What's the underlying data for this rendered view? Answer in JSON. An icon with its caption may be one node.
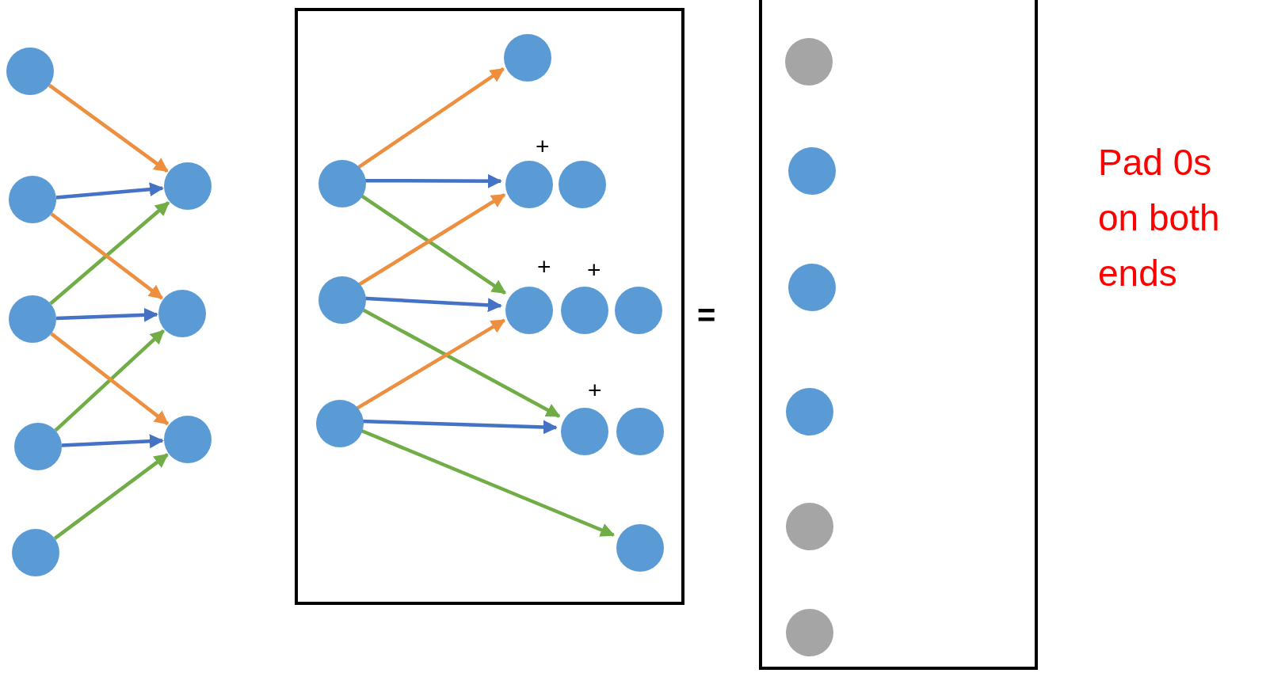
{
  "diagram": {
    "nodes": [
      {
        "text": [],
        "shape": "circle"
      },
      {
        "text": [],
        "shape": "circle"
      },
      {
        "text": [],
        "shape": "circle"
      },
      {
        "text": [],
        "shape": "circle"
      },
      {
        "text": [],
        "shape": "circle"
      },
      {
        "text": [],
        "shape": "circle"
      },
      {
        "text": [],
        "shape": "circle"
      },
      {
        "text": [],
        "shape": "circle"
      },
      {
        "text": [],
        "shape": "box"
      },
      {
        "text": [],
        "shape": "circle",
        "in": 8
      },
      {
        "text": [],
        "shape": "circle",
        "in": 8
      },
      {
        "text": [],
        "shape": "circle",
        "in": 8
      },
      {
        "text": [],
        "shape": "circle",
        "in": 8
      },
      {
        "text": [],
        "shape": "circle",
        "in": 8
      },
      {
        "text": [],
        "shape": "circle",
        "in": 8
      },
      {
        "text": [],
        "shape": "circle",
        "in": 8
      },
      {
        "text": [],
        "shape": "circle",
        "in": 8
      },
      {
        "text": [],
        "shape": "circle",
        "in": 8
      },
      {
        "text": [],
        "shape": "circle",
        "in": 8
      },
      {
        "text": [],
        "shape": "circle",
        "in": 8
      },
      {
        "text": [],
        "shape": "circle",
        "in": 8
      },
      {
        "text": [],
        "shape": "box"
      },
      {
        "text": [],
        "shape": "circle",
        "in": 21
      },
      {
        "text": [],
        "shape": "circle",
        "in": 21
      },
      {
        "text": [],
        "shape": "circle",
        "in": 21
      },
      {
        "text": [],
        "shape": "circle",
        "in": 21
      },
      {
        "text": [],
        "shape": "circle",
        "in": 21
      },
      {
        "text": [],
        "shape": "circle",
        "in": 21
      }
    ],
    "edges": [
      {
        "from": 0,
        "to": 5,
        "arrow": "to",
        "color": "#ed8f3e"
      },
      {
        "from": 1,
        "to": 5,
        "arrow": "to",
        "color": "#4472c4"
      },
      {
        "from": 2,
        "to": 5,
        "arrow": "to",
        "color": "#70ad47"
      },
      {
        "from": 1,
        "to": 6,
        "arrow": "to",
        "color": "#ed8f3e"
      },
      {
        "from": 2,
        "to": 6,
        "arrow": "to",
        "color": "#4472c4"
      },
      {
        "from": 3,
        "to": 6,
        "arrow": "to",
        "color": "#70ad47"
      },
      {
        "from": 2,
        "to": 7,
        "arrow": "to",
        "color": "#ed8f3e"
      },
      {
        "from": 3,
        "to": 7,
        "arrow": "to",
        "color": "#4472c4"
      },
      {
        "from": 4,
        "to": 7,
        "arrow": "to",
        "color": "#70ad47"
      },
      {
        "from": 9,
        "to": 12,
        "arrow": "to",
        "color": "#ed8f3e"
      },
      {
        "from": 9,
        "to": 13,
        "arrow": "to",
        "color": "#4472c4"
      },
      {
        "from": 9,
        "to": 15,
        "arrow": "to",
        "color": "#70ad47"
      },
      {
        "from": 10,
        "to": 13,
        "arrow": "to",
        "color": "#ed8f3e"
      },
      {
        "from": 10,
        "to": 15,
        "arrow": "to",
        "color": "#4472c4"
      },
      {
        "from": 10,
        "to": 18,
        "arrow": "to",
        "color": "#70ad47"
      },
      {
        "from": 11,
        "to": 15,
        "arrow": "to",
        "color": "#ed8f3e"
      },
      {
        "from": 11,
        "to": 18,
        "arrow": "to",
        "color": "#4472c4"
      },
      {
        "from": 11,
        "to": 20,
        "arrow": "to",
        "color": "#70ad47"
      }
    ],
    "labels": [
      "+",
      "+",
      "+",
      "+",
      "=",
      "Pad 0s on both ends"
    ]
  }
}
